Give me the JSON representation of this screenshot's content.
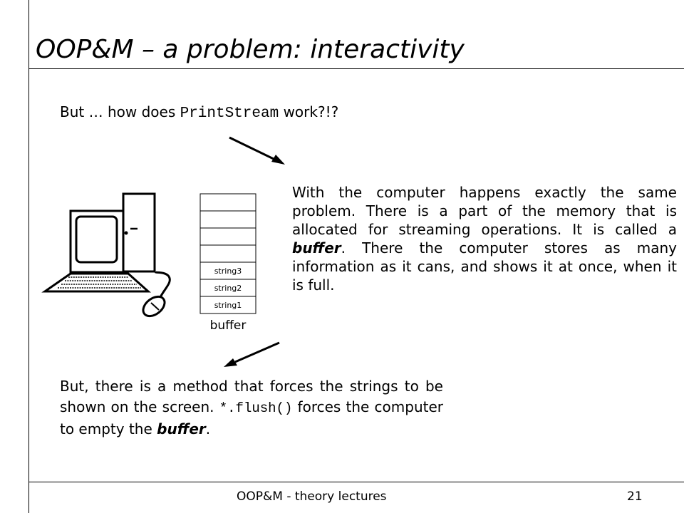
{
  "slide": {
    "title": "OOP&M – a problem: interactivity",
    "question": {
      "prefix": "But … how does ",
      "code": "PrintStream",
      "suffix": " work?!?"
    },
    "explanation": {
      "part1": "With the computer happens exactly the same problem. There is a part of the memory that is allocated for streaming operations. It is called a ",
      "emphasis": "buffer",
      "part2": ". There the computer stores as many information as it cans, and shows it at once, when it is full."
    },
    "solution": {
      "part1": "But, there is a method that forces the strings to be shown on the screen. ",
      "code": "*.flush()",
      "part2": " forces the computer to empty the ",
      "emphasis": "buffer",
      "part3": "."
    },
    "diagram": {
      "icon": "computer-icon",
      "buffer_cells": [
        "",
        "",
        "",
        "",
        "string3",
        "string2",
        "string1"
      ],
      "buffer_label": "buffer"
    }
  },
  "footer": {
    "left": "OOP&M - theory lectures",
    "page_number": "21"
  },
  "colors": {
    "text": "#000000",
    "background": "#ffffff"
  }
}
